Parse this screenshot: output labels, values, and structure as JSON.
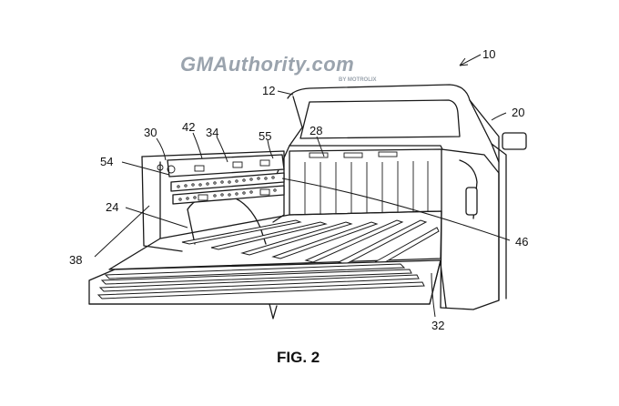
{
  "watermark": {
    "logo": "GMAuthority.com",
    "byline": "BY MOTROLIX"
  },
  "caption": "FIG. 2",
  "reference_numerals": {
    "r10": "10",
    "r12": "12",
    "r20": "20",
    "r28": "28",
    "r30": "30",
    "r42": "42",
    "r34": "34",
    "r55": "55",
    "r54": "54",
    "r24": "24",
    "r38": "38",
    "r46": "46",
    "r32": "32"
  }
}
